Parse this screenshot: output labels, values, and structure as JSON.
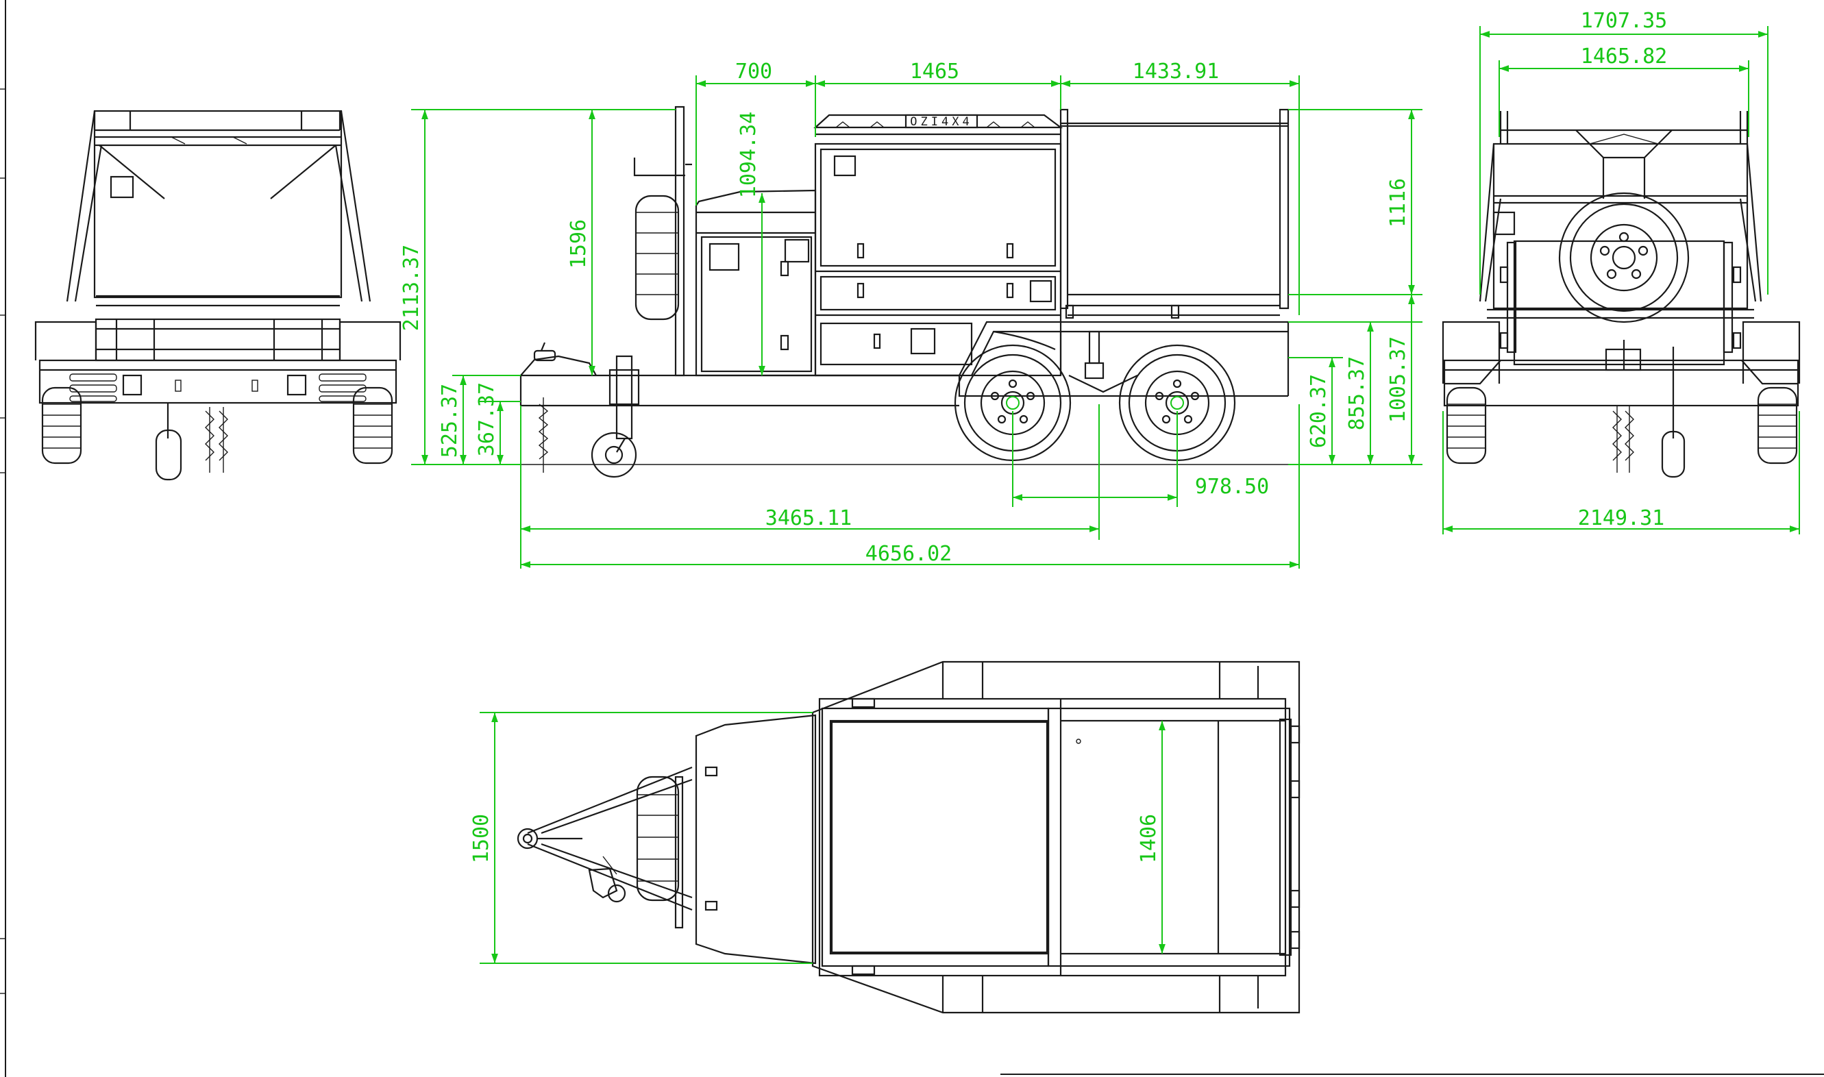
{
  "drawing": {
    "brand_mark": "OZI4X4",
    "colors": {
      "line": "#1a1a1a",
      "dimension": "#17c617",
      "background": "#ffffff"
    },
    "dimensions": {
      "overall_width": "1707.35",
      "inner_width": "1465.82",
      "drawbar_length": "700",
      "toolbox_length": "1465",
      "tray_length": "1433.91",
      "overall_height": "2113.37",
      "jack_height": "1596",
      "front_box_height": "1094.34",
      "canopy_height": "1116",
      "coupling_height": "525.37",
      "drawbar_height": "367.37",
      "tray_floor_height": "620.37",
      "guard_height": "855.37",
      "rail_height": "1005.37",
      "axle_spacing": "978.50",
      "coupling_to_axle": "3465.11",
      "overall_length": "4656.02",
      "rear_track_width": "2149.31",
      "plan_body_width": "1500",
      "plan_tray_width": "1406"
    }
  }
}
